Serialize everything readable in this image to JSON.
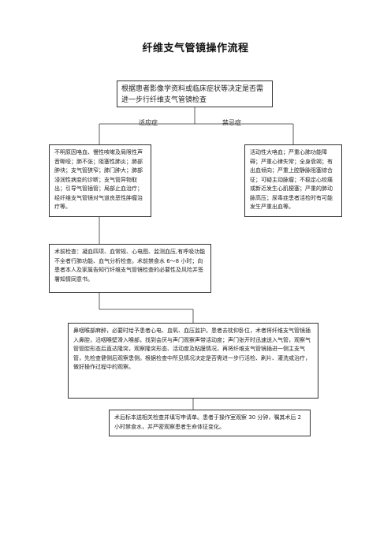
{
  "title": "纤维支气管镜操作流程",
  "decision": "根据患者影像学资料或临床症状等决定是否需进一步行纤维支气管镜检查",
  "branch_labels": {
    "indication": "适应症",
    "contraindication": "禁忌症"
  },
  "indications": "不明原因咯血、慢性咳嗽及局限性声音嘶哑；肺不张；阻塞性肺炎；肺部肿块；支气管狭窄；肺门肿大；肺部浸润性病变的诊断；支气管异物取出；引导气管插管；局部止血治疗；经纤维支气管镜对气道良恶性肿瘤治疗等。",
  "contraindications": "活动性大咯血；严重心肺功能障碍；严重心律失常；全身衰竭；有出血倾向；严重上腔静脉阻塞综合征；可疑主动脉瘤；不稳定心绞痛或新近发生心肌梗塞；严重的肺动脉高压；尿毒症患者活检时有可能发生严重出血等。",
  "preop": "术前检查：凝血四项、血常规、心电图、监测血压,有呼吸功能不全者行肺功能、血气分析检查。术前禁食水 6～8 小时；向患者本人及家属告知行纤维支气管镜检查的必要性及风险并签署知情同意书。",
  "procedure": "鼻咽喉部麻醉，必要时给予患者心电、血氧、血压监护。患者去枕仰卧位，术者将纤维支气管镜插入鼻腔，沿咽喉壁滑入喉部，找到会厌与声门观察声带活动度；声门张开时迅速送入气管，观察气管管腔形态后直达隆突，观察隆突形态、活动度及粘膜情况，再将纤维支气管镜插进一侧主支气管，先检查健侧后观察患侧。根据检查中所见情况决定是否需进一步行活检、刷片、灌洗或治疗，做好操作过程中的观察。",
  "postop": "术后标本送相关检查并填写申请单。患者于操作室观察 30 分钟，嘱其术后 2 小时禁食水，并严密观察患者生命体征变化。"
}
